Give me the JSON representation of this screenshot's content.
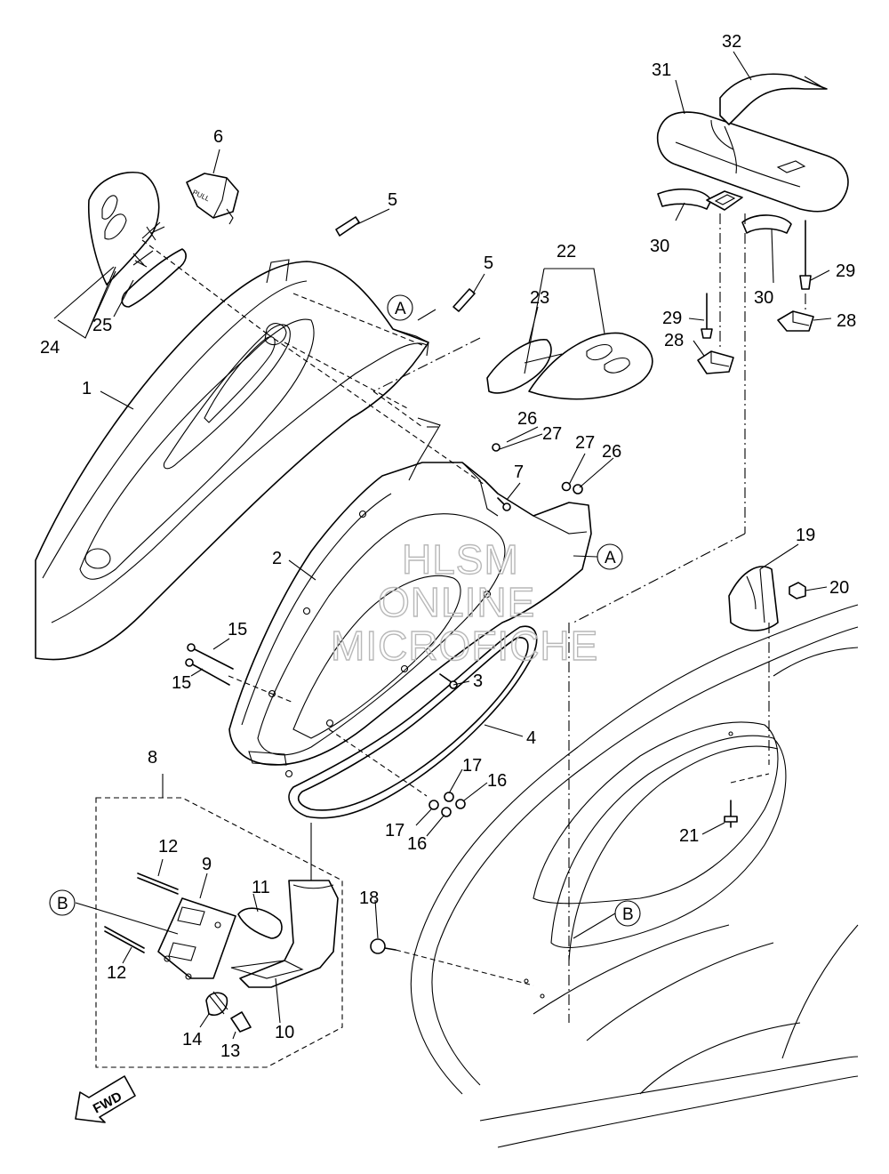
{
  "callouts": {
    "c1": "1",
    "c2": "2",
    "c3": "3",
    "c4": "4",
    "c5a": "5",
    "c5b": "5",
    "c6": "6",
    "c7": "7",
    "c8": "8",
    "c9": "9",
    "c10": "10",
    "c11": "11",
    "c12a": "12",
    "c12b": "12",
    "c13": "13",
    "c14": "14",
    "c15a": "15",
    "c15b": "15",
    "c16a": "16",
    "c16b": "16",
    "c17a": "17",
    "c17b": "17",
    "c18": "18",
    "c19": "19",
    "c20": "20",
    "c21": "21",
    "c22": "22",
    "c23": "23",
    "c24": "24",
    "c25": "25",
    "c26a": "26",
    "c26b": "26",
    "c27a": "27",
    "c27b": "27",
    "c28a": "28",
    "c28b": "28",
    "c29a": "29",
    "c29b": "29",
    "c30a": "30",
    "c30b": "30",
    "c31": "31",
    "c32": "32"
  },
  "reference_markers": {
    "a1": "A",
    "a2": "A",
    "b1": "B",
    "b2": "B"
  },
  "direction_label": "FWD",
  "part_text": "PULL",
  "watermark": {
    "line1": "HLSM",
    "line2": "ONLINE",
    "line3": "MICROFICHE"
  }
}
